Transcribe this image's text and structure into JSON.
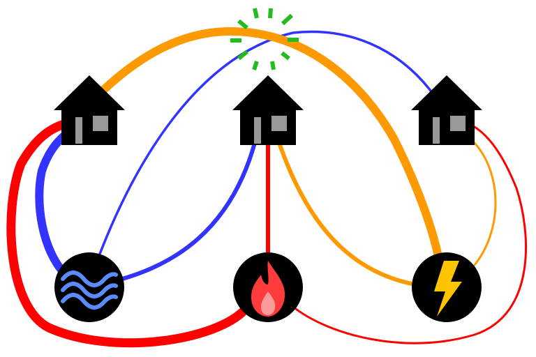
{
  "puzzle": {
    "name": "utilities-puzzle",
    "houses": [
      {
        "id": "house-1"
      },
      {
        "id": "house-2"
      },
      {
        "id": "house-3"
      }
    ],
    "utilities": [
      {
        "id": "water",
        "icon": "water-waves-icon",
        "color": "#5b8cff"
      },
      {
        "id": "gas",
        "icon": "flame-icon",
        "color": "#ff3b3b"
      },
      {
        "id": "electricity",
        "icon": "lightning-bolt-icon",
        "color": "#ffc400"
      }
    ],
    "connections": [
      {
        "from": "water",
        "to": "house-1",
        "color": "#3333ff",
        "weight": "thick"
      },
      {
        "from": "water",
        "to": "house-2",
        "color": "#3333ff",
        "weight": "medium"
      },
      {
        "from": "water",
        "to": "house-3",
        "color": "#3333ff",
        "weight": "thin"
      },
      {
        "from": "gas",
        "to": "house-1",
        "color": "#ff0000",
        "weight": "thick"
      },
      {
        "from": "gas",
        "to": "house-2",
        "color": "#ff0000",
        "weight": "medium"
      },
      {
        "from": "gas",
        "to": "house-3",
        "color": "#ff0000",
        "weight": "thin"
      },
      {
        "from": "electricity",
        "to": "house-1",
        "color": "#ff9900",
        "weight": "thick"
      },
      {
        "from": "electricity",
        "to": "house-2",
        "color": "#ff9900",
        "weight": "medium"
      },
      {
        "from": "electricity",
        "to": "house-3",
        "color": "#ff9900",
        "weight": "thin"
      }
    ],
    "crossing_marker": {
      "icon": "crossing-burst-icon",
      "color": "#22bb22"
    }
  }
}
